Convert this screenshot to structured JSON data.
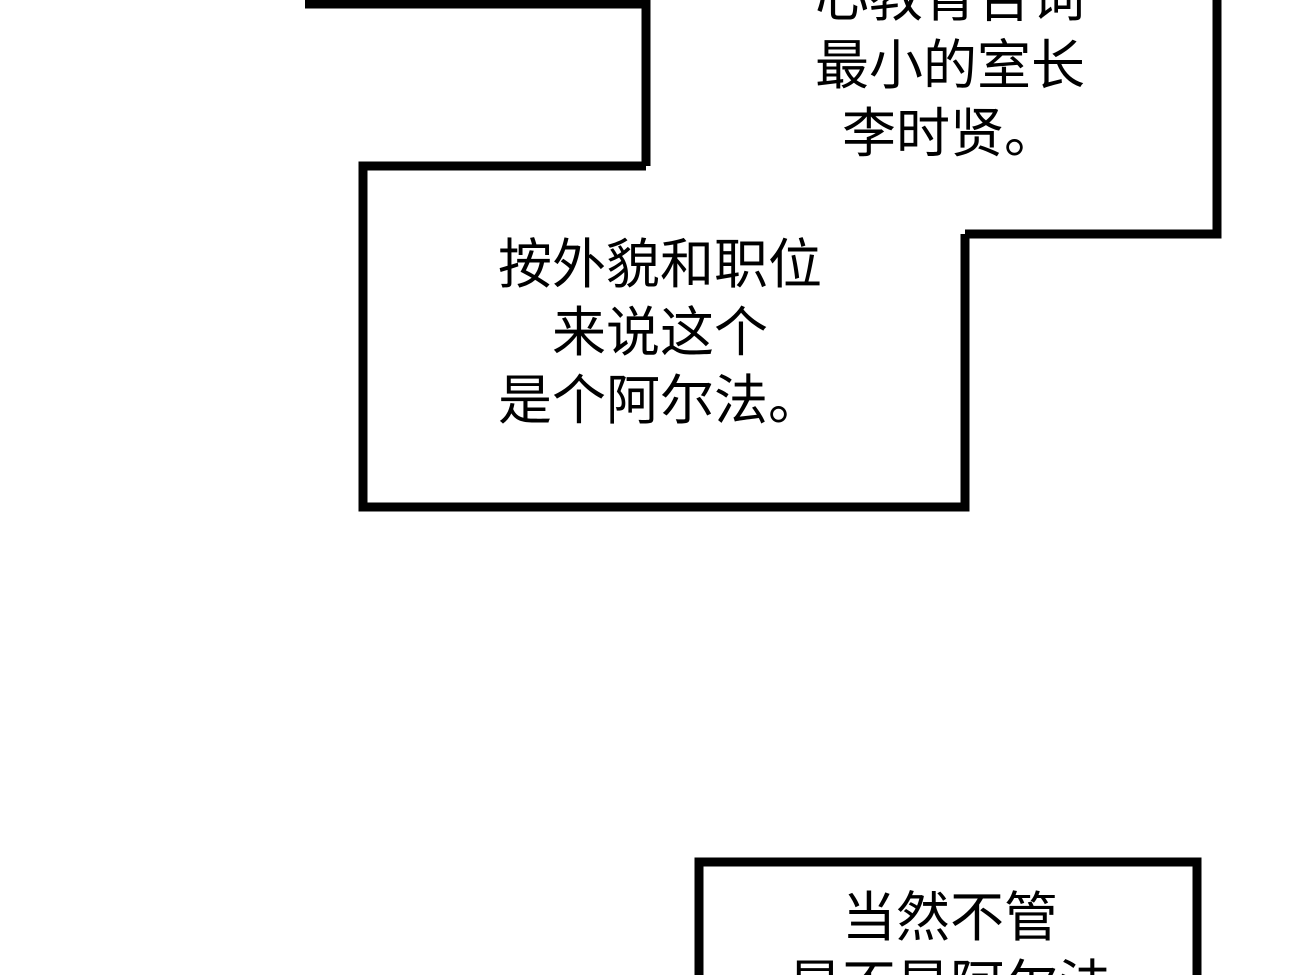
{
  "captions": {
    "top": {
      "lines": [
        "心教育告词",
        "最小的室长",
        "李时贤。"
      ]
    },
    "middle": {
      "lines": [
        "按外貌和职位",
        "来说这个",
        "是个阿尔法。"
      ]
    },
    "bottom": {
      "lines": [
        "当然不管",
        "是不是阿尔法"
      ]
    }
  },
  "colors": {
    "background": "#ffffff",
    "ink": "#000000"
  }
}
